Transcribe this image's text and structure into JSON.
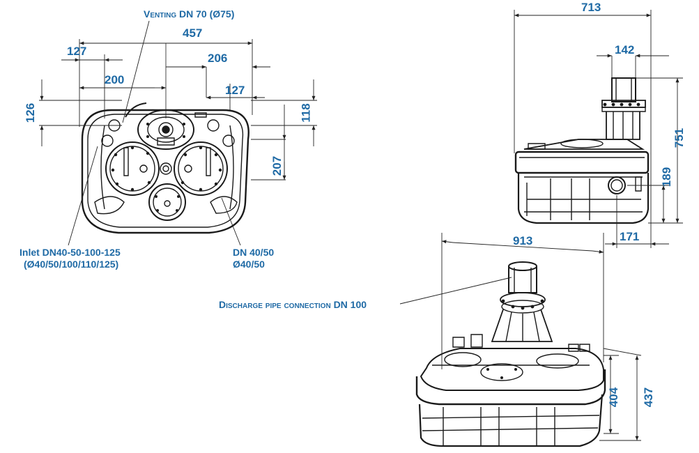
{
  "top_view": {
    "dims": {
      "d127_left": "127",
      "d200": "200",
      "d457": "457",
      "d206": "206",
      "d127_right": "127",
      "d126": "126",
      "d118": "118",
      "d207": "207"
    },
    "notes": {
      "venting": "Venting DN 70 (Ø75)",
      "inlet_line1": "Inlet DN40-50-100-125",
      "inlet_line2": "(Ø40/50/100/110/125)",
      "dn_line1": "DN 40/50",
      "dn_line2": "Ø40/50"
    }
  },
  "side_view": {
    "dims": {
      "d713": "713",
      "d142": "142",
      "d751": "751",
      "d189": "189",
      "d171": "171"
    }
  },
  "perspective_view": {
    "dims": {
      "d913": "913",
      "d404": "404",
      "d437": "437"
    },
    "notes": {
      "discharge": "Discharge pipe connection DN 100"
    }
  },
  "colors": {
    "dimension_text": "#1f6aa5",
    "line_art": "#1a1a1a"
  }
}
